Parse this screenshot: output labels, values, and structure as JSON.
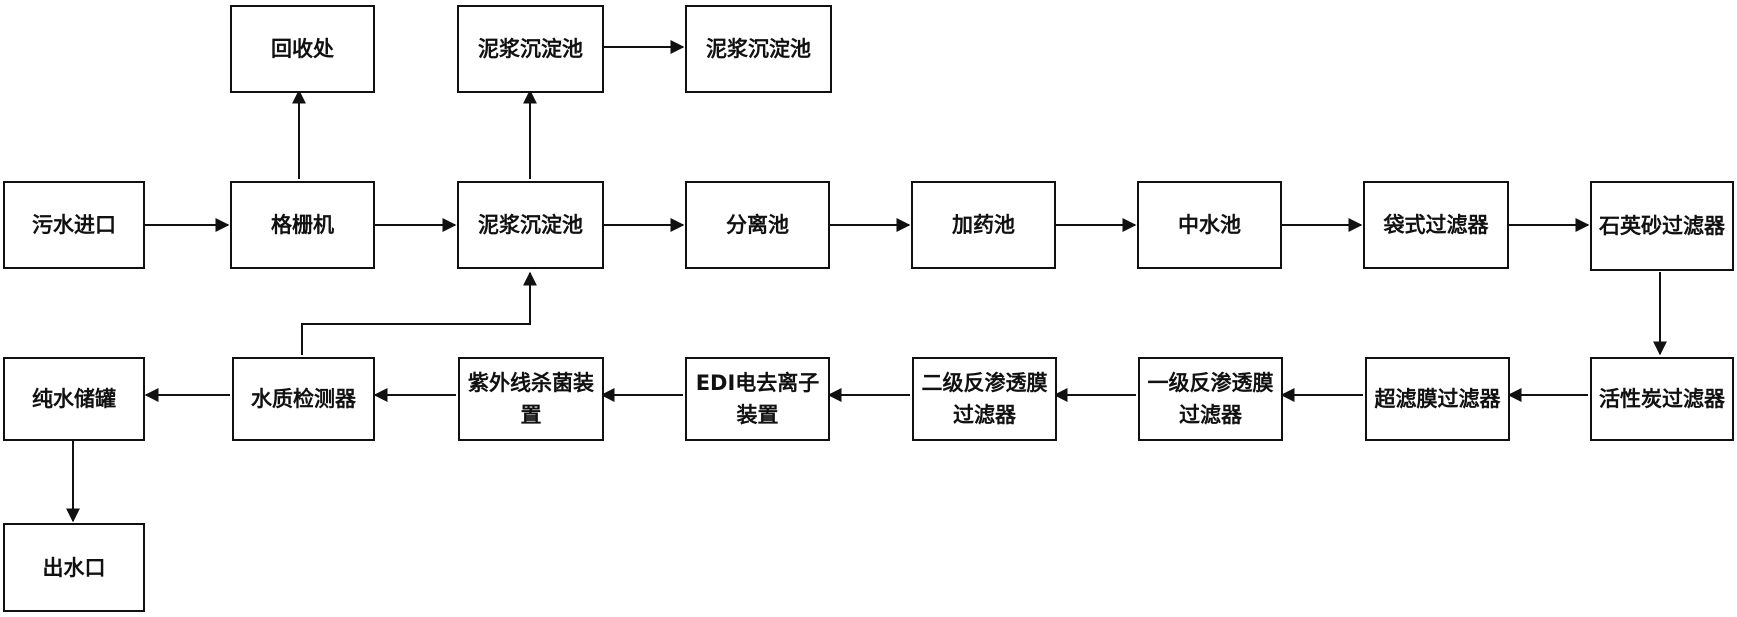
{
  "diagram": {
    "type": "process-flowchart",
    "line_color": "#111111",
    "background": "#ffffff",
    "nodes": {
      "recovery_station": "回收处",
      "sludge_tank_top_1": "泥浆沉淀池",
      "sludge_tank_top_2": "泥浆沉淀池",
      "sewage_inlet": "污水进口",
      "grating_machine": "格栅机",
      "sludge_tank_main": "泥浆沉淀池",
      "separation_tank": "分离池",
      "dosing_tank": "加药池",
      "reclaimed_water_tank": "中水池",
      "bag_filter": "袋式过滤器",
      "quartz_sand_filter": "石英砂过滤器",
      "activated_carbon_filter": "活性炭过滤器",
      "ultrafiltration_filter": "超滤膜过滤器",
      "ro_stage1_filter": "一级反渗透膜过滤器",
      "ro_stage2_filter": "二级反渗透膜过滤器",
      "edi_unit": "EDI电去离子装置",
      "uv_sterilizer": "紫外线杀菌装置",
      "water_quality_detector": "水质检测器",
      "pure_water_tank": "纯水储罐",
      "water_outlet": "出水口"
    },
    "edges": [
      [
        "sewage_inlet",
        "grating_machine"
      ],
      [
        "grating_machine",
        "recovery_station"
      ],
      [
        "grating_machine",
        "sludge_tank_main"
      ],
      [
        "sludge_tank_main",
        "sludge_tank_top_1"
      ],
      [
        "sludge_tank_top_1",
        "sludge_tank_top_2"
      ],
      [
        "sludge_tank_main",
        "separation_tank"
      ],
      [
        "separation_tank",
        "dosing_tank"
      ],
      [
        "dosing_tank",
        "reclaimed_water_tank"
      ],
      [
        "reclaimed_water_tank",
        "bag_filter"
      ],
      [
        "bag_filter",
        "quartz_sand_filter"
      ],
      [
        "quartz_sand_filter",
        "activated_carbon_filter"
      ],
      [
        "activated_carbon_filter",
        "ultrafiltration_filter"
      ],
      [
        "ultrafiltration_filter",
        "ro_stage1_filter"
      ],
      [
        "ro_stage1_filter",
        "ro_stage2_filter"
      ],
      [
        "ro_stage2_filter",
        "edi_unit"
      ],
      [
        "edi_unit",
        "uv_sterilizer"
      ],
      [
        "uv_sterilizer",
        "water_quality_detector"
      ],
      [
        "water_quality_detector",
        "sludge_tank_main"
      ],
      [
        "water_quality_detector",
        "pure_water_tank"
      ],
      [
        "pure_water_tank",
        "water_outlet"
      ]
    ]
  }
}
